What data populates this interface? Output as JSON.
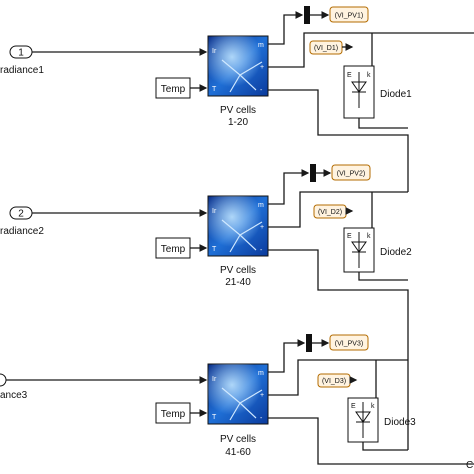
{
  "inports": [
    {
      "number": "1",
      "label": "radiance1"
    },
    {
      "number": "2",
      "label": "radiance2"
    },
    {
      "number": "",
      "label": "ance3"
    }
  ],
  "pv_blocks": [
    {
      "ports_left": [
        "Ir",
        "T"
      ],
      "ports_right": [
        "m",
        "+",
        "-"
      ],
      "caption_line1": "PV cells",
      "caption_line2": "1-20"
    },
    {
      "ports_left": [
        "Ir",
        "T"
      ],
      "ports_right": [
        "m",
        "+",
        "-"
      ],
      "caption_line1": "PV cells",
      "caption_line2": "21-40"
    },
    {
      "ports_left": [
        "Ir",
        "T"
      ],
      "ports_right": [
        "m",
        "+",
        "-"
      ],
      "caption_line1": "PV cells",
      "caption_line2": "41-60"
    }
  ],
  "temp_blocks": [
    "Temp",
    "Temp",
    "Temp"
  ],
  "pv_goto_tags": [
    "(VI_PV1)",
    "(VI_PV2)",
    "(VI_PV3)"
  ],
  "diode_from_tags": [
    "(VI_D1)",
    "(VI_D2)",
    "(VI_D3)"
  ],
  "diodes": [
    {
      "name": "Diode1",
      "port_e": "E",
      "port_k": "k"
    },
    {
      "name": "Diode2",
      "port_e": "E",
      "port_k": "k"
    },
    {
      "name": "Diode3",
      "port_e": "E",
      "port_k": "k"
    }
  ],
  "outport_partial_label": "C"
}
